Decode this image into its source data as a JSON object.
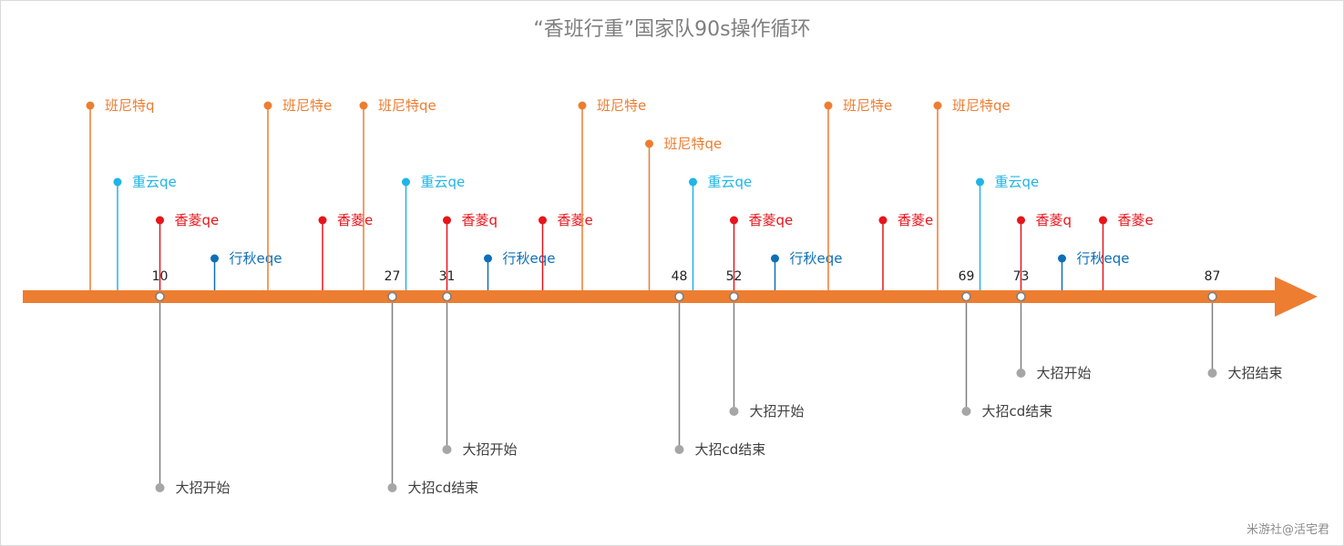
{
  "title": "“香班行重”国家队90s操作循环",
  "watermark": "米游社@活宅君",
  "colors": {
    "axis": "#ed7d31",
    "bennett": "#ed7d31",
    "chongyun": "#1fb5e6",
    "xiangling": "#e8141b",
    "xingqiu": "#0d6fb8",
    "marker": "#7f7f7f",
    "marker_dot": "#a6a6a6",
    "marker_text": "#404040",
    "ticks": "#222222"
  },
  "ticks": [
    {
      "t": 10,
      "label": "10"
    },
    {
      "t": 27,
      "label": "27"
    },
    {
      "t": 31,
      "label": "31"
    },
    {
      "t": 48,
      "label": "48"
    },
    {
      "t": 52,
      "label": "52"
    },
    {
      "t": 69,
      "label": "69"
    },
    {
      "t": 73,
      "label": "73"
    },
    {
      "t": 87,
      "label": "87"
    }
  ],
  "events": [
    {
      "t": 4.9,
      "label": "班尼特q",
      "who": "bennett",
      "level": 1
    },
    {
      "t": 6.9,
      "label": "重云qe",
      "who": "chongyun",
      "level": 3
    },
    {
      "t": 10.0,
      "label": "香菱qe",
      "who": "xiangling",
      "level": 4
    },
    {
      "t": 14.0,
      "label": "行秋eqe",
      "who": "xingqiu",
      "level": 5
    },
    {
      "t": 17.9,
      "label": "班尼特e",
      "who": "bennett",
      "level": 1
    },
    {
      "t": 21.9,
      "label": "香菱e",
      "who": "xiangling",
      "level": 4
    },
    {
      "t": 24.9,
      "label": "班尼特qe",
      "who": "bennett",
      "level": 1
    },
    {
      "t": 28.0,
      "label": "重云qe",
      "who": "chongyun",
      "level": 3
    },
    {
      "t": 31.0,
      "label": "香菱q",
      "who": "xiangling",
      "level": 4
    },
    {
      "t": 34.0,
      "label": "行秋eqe",
      "who": "xingqiu",
      "level": 5
    },
    {
      "t": 38.0,
      "label": "香菱e",
      "who": "xiangling",
      "level": 4
    },
    {
      "t": 40.9,
      "label": "班尼特e",
      "who": "bennett",
      "level": 1
    },
    {
      "t": 45.8,
      "label": "班尼特qe",
      "who": "bennett",
      "level": 2
    },
    {
      "t": 49.0,
      "label": "重云qe",
      "who": "chongyun",
      "level": 3
    },
    {
      "t": 52.0,
      "label": "香菱qe",
      "who": "xiangling",
      "level": 4
    },
    {
      "t": 55.0,
      "label": "行秋eqe",
      "who": "xingqiu",
      "level": 5
    },
    {
      "t": 58.9,
      "label": "班尼特e",
      "who": "bennett",
      "level": 1
    },
    {
      "t": 62.9,
      "label": "香菱e",
      "who": "xiangling",
      "level": 4
    },
    {
      "t": 66.9,
      "label": "班尼特qe",
      "who": "bennett",
      "level": 1
    },
    {
      "t": 70.0,
      "label": "重云qe",
      "who": "chongyun",
      "level": 3
    },
    {
      "t": 73.0,
      "label": "香菱q",
      "who": "xiangling",
      "level": 4
    },
    {
      "t": 76.0,
      "label": "行秋eqe",
      "who": "xingqiu",
      "level": 5
    },
    {
      "t": 79.0,
      "label": "香菱e",
      "who": "xiangling",
      "level": 4
    }
  ],
  "markers": [
    {
      "t": 10,
      "label": "大招开始",
      "depth": 5
    },
    {
      "t": 27,
      "label": "大招cd结束",
      "depth": 5
    },
    {
      "t": 31,
      "label": "大招开始",
      "depth": 4
    },
    {
      "t": 48,
      "label": "大招cd结束",
      "depth": 4
    },
    {
      "t": 52,
      "label": "大招开始",
      "depth": 3
    },
    {
      "t": 69,
      "label": "大招cd结束",
      "depth": 3
    },
    {
      "t": 73,
      "label": "大招开始",
      "depth": 2
    },
    {
      "t": 87,
      "label": "大招结束",
      "depth": 2
    }
  ]
}
